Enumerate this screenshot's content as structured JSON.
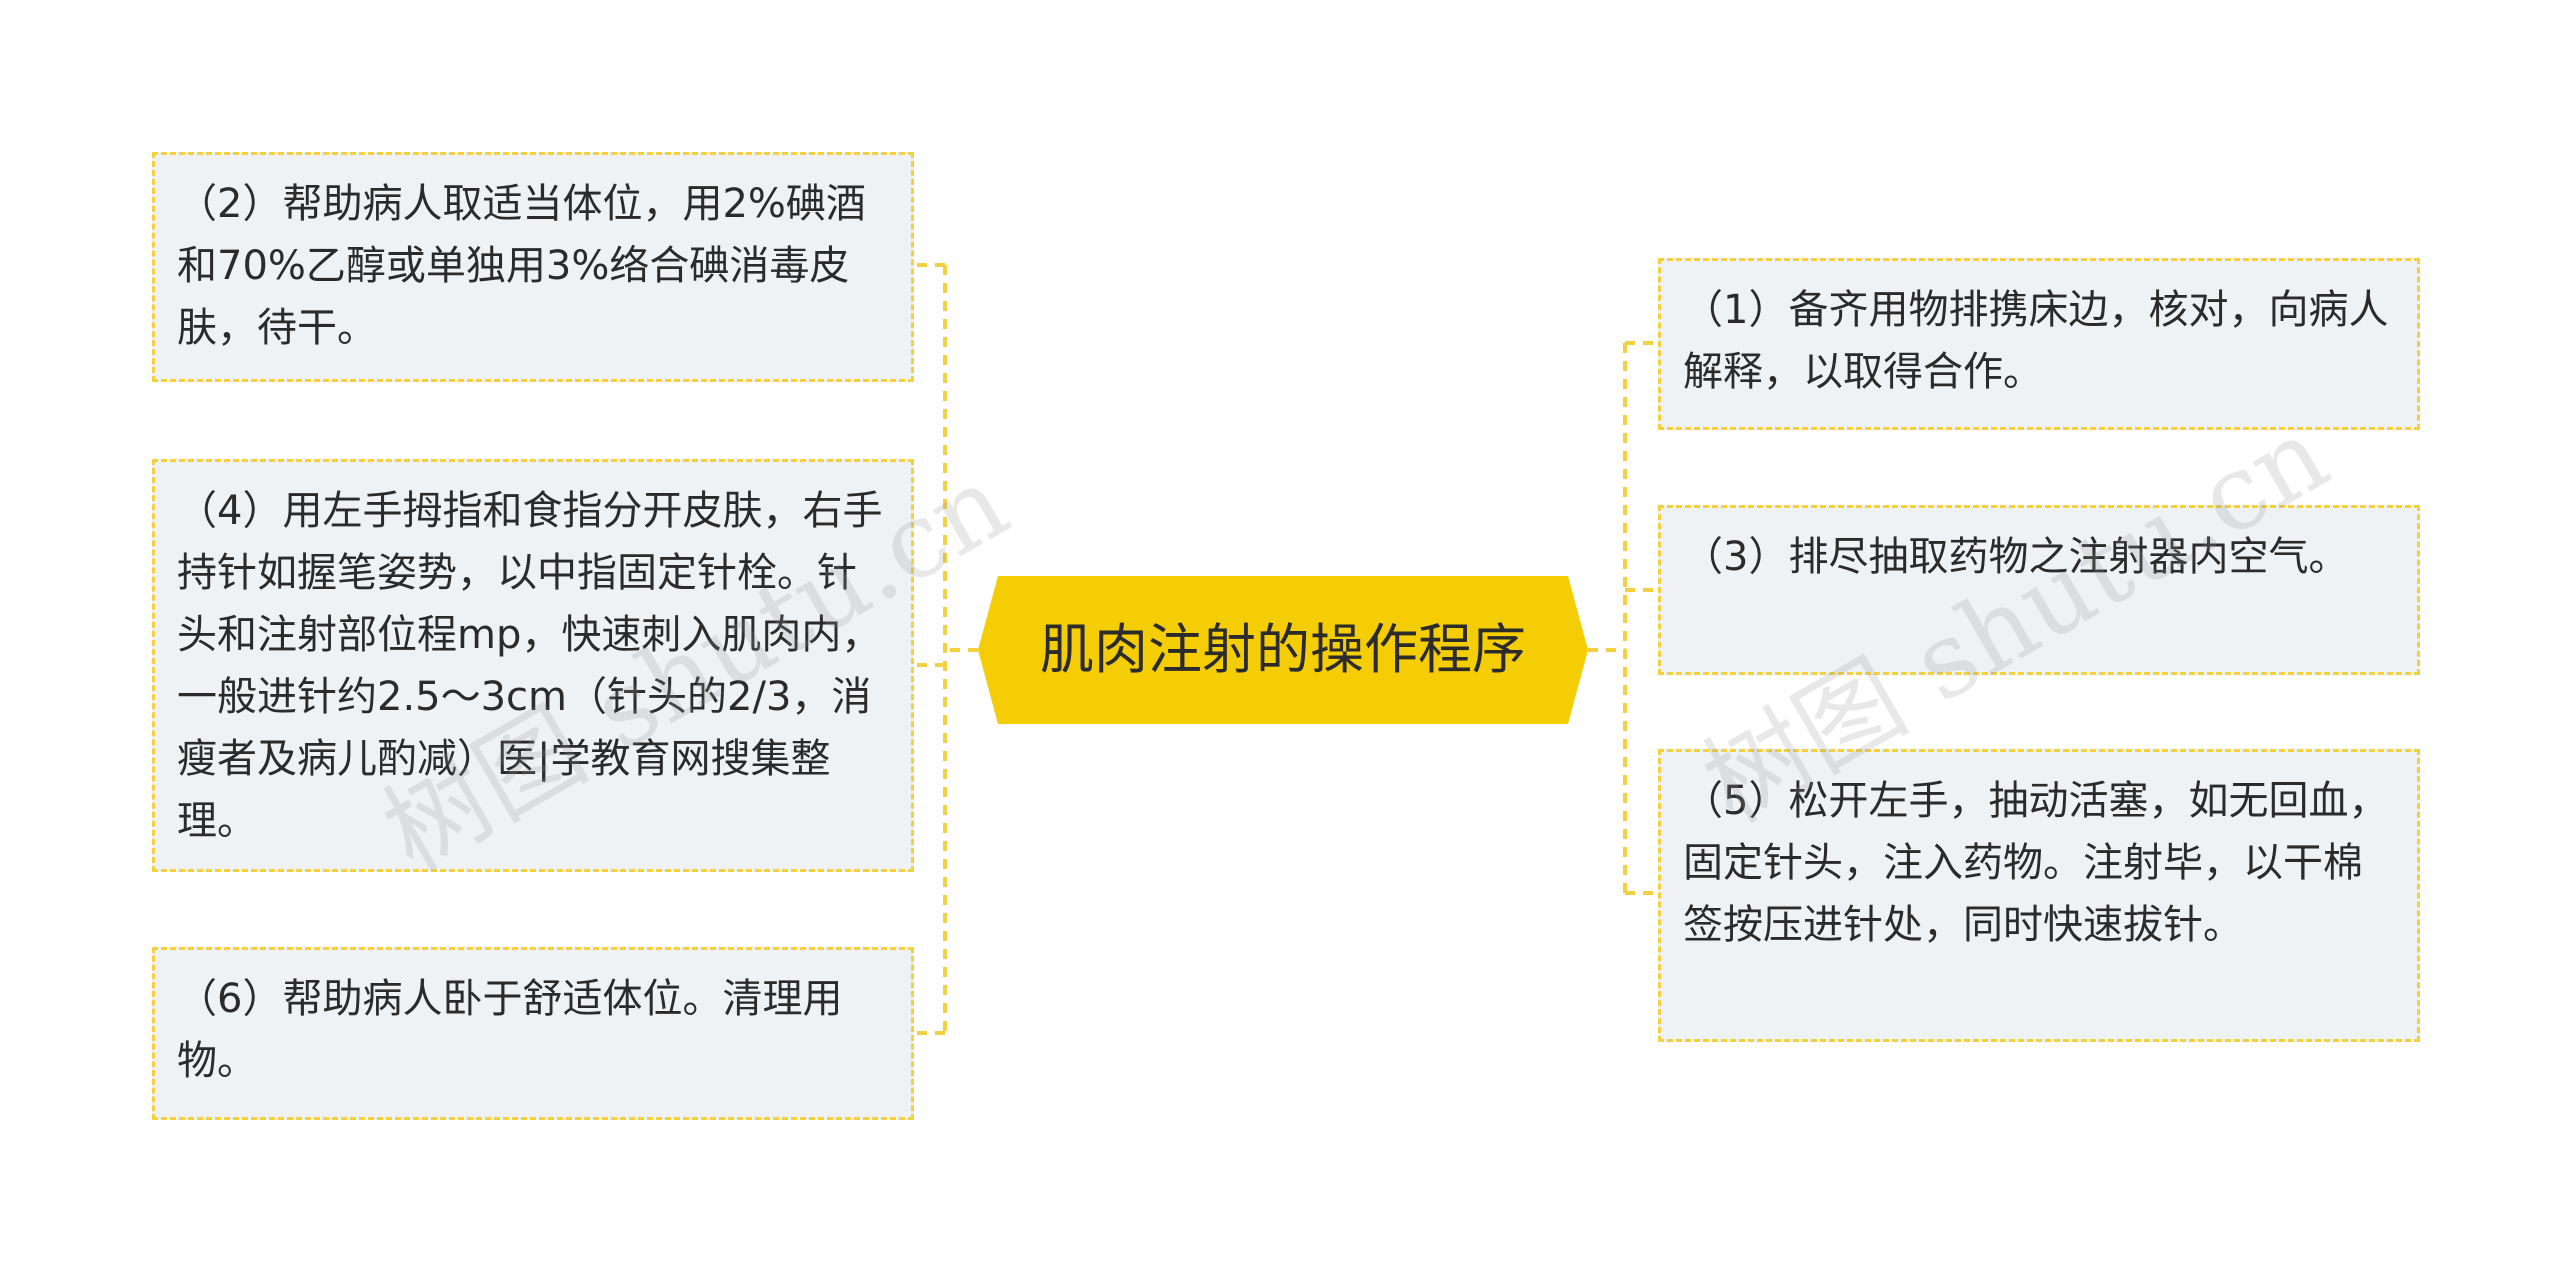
{
  "central": {
    "label": "肌肉注射的操作程序"
  },
  "nodes": {
    "n1": "（1）备齐用物排携床边，核对，向病人解释，以取得合作。",
    "n2": "（2）帮助病人取适当体位，用2%碘酒和70%乙醇或单独用3%络合碘消毒皮肤，待干。",
    "n3": "（3）排尽抽取药物之注射器内空气。",
    "n4": "（4）用左手拇指和食指分开皮肤，右手持针如握笔姿势，以中指固定针栓。针头和注射部位程mp，快速刺入肌肉内，一般进针约2.5～3cm（针头的2/3，消瘦者及病儿酌减）医|学教育网搜集整理。",
    "n5": "（5）松开左手，抽动活塞，如无回血，固定针头，注入药物。注射毕，以干棉签按压进针处，同时快速拔针。",
    "n6": "（6）帮助病人卧于舒适体位。清理用物。"
  },
  "watermark": {
    "text": "树图 shutu.cn"
  },
  "colors": {
    "central_fill": "#f5cd05",
    "connector": "#f3d03e",
    "node_fill": "#eff2f5",
    "node_border": "#f3d03e",
    "text": "#2b2b2b"
  }
}
